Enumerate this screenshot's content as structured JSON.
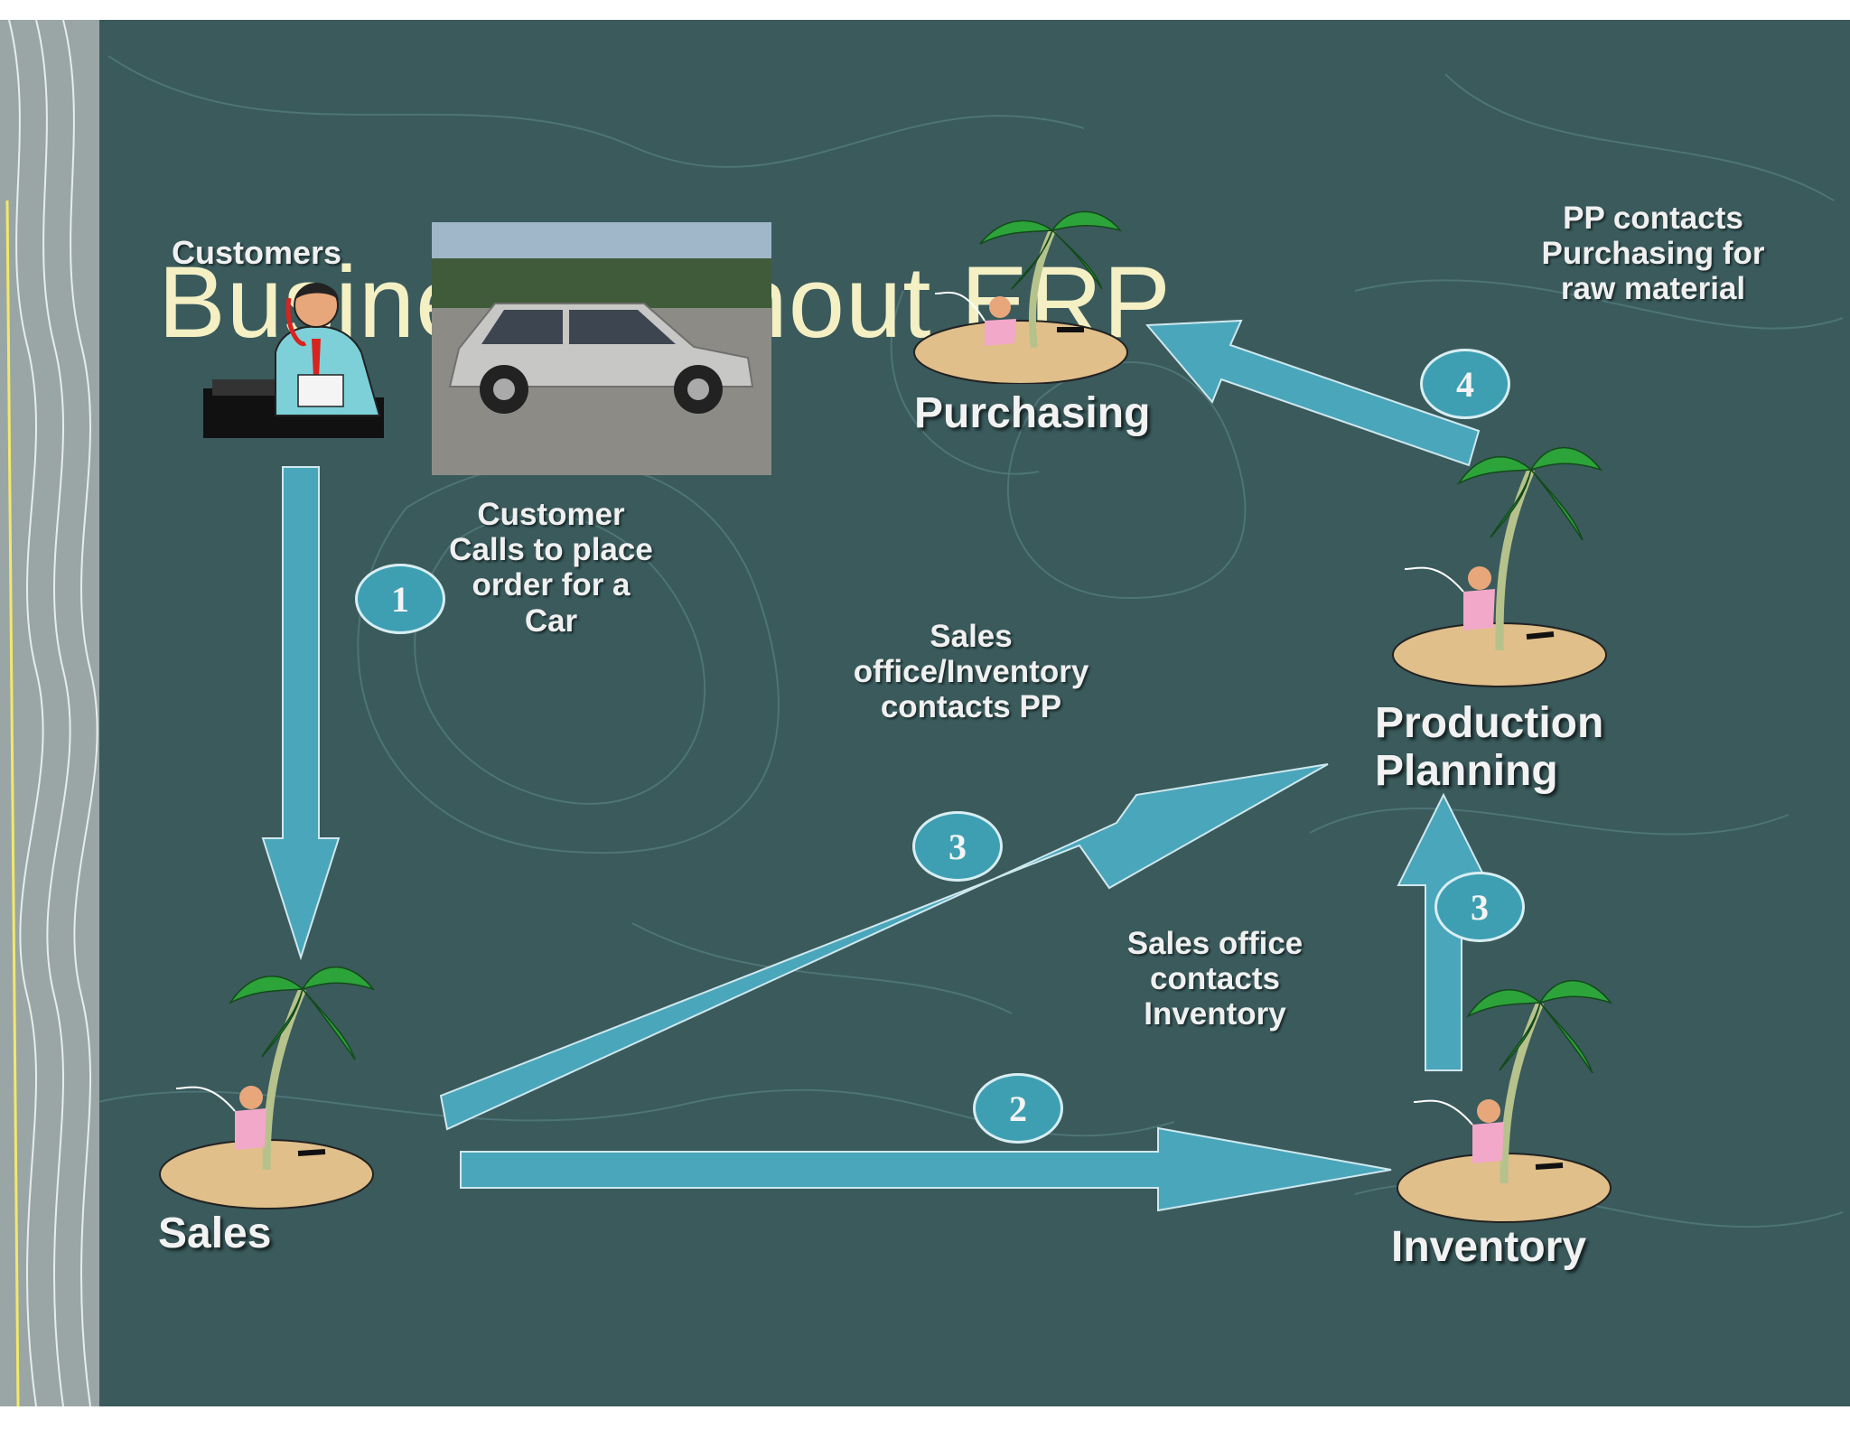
{
  "title": "Business without ERP",
  "nodes": {
    "customers": "Customers",
    "purchasing": "Purchasing",
    "production_planning": "Production\nPlanning",
    "sales": "Sales",
    "inventory": "Inventory"
  },
  "annotations": {
    "customer_call": "Customer\nCalls to place\norder for a\nCar",
    "sales_inventory_pp": "Sales\noffice/Inventory\ncontacts PP",
    "sales_inventory": "Sales office\ncontacts\nInventory",
    "pp_purchasing": "PP contacts\nPurchasing for\nraw material"
  },
  "steps": {
    "customer_to_sales": "1",
    "sales_to_inventory": "2",
    "sales_to_pp": "3",
    "inventory_to_pp": "3",
    "pp_to_purchasing": "4"
  },
  "colors": {
    "background": "#3a5a5c",
    "arrow": "#4aa6bb",
    "label": "#f0f0f0",
    "title": "#f4f0c4"
  }
}
